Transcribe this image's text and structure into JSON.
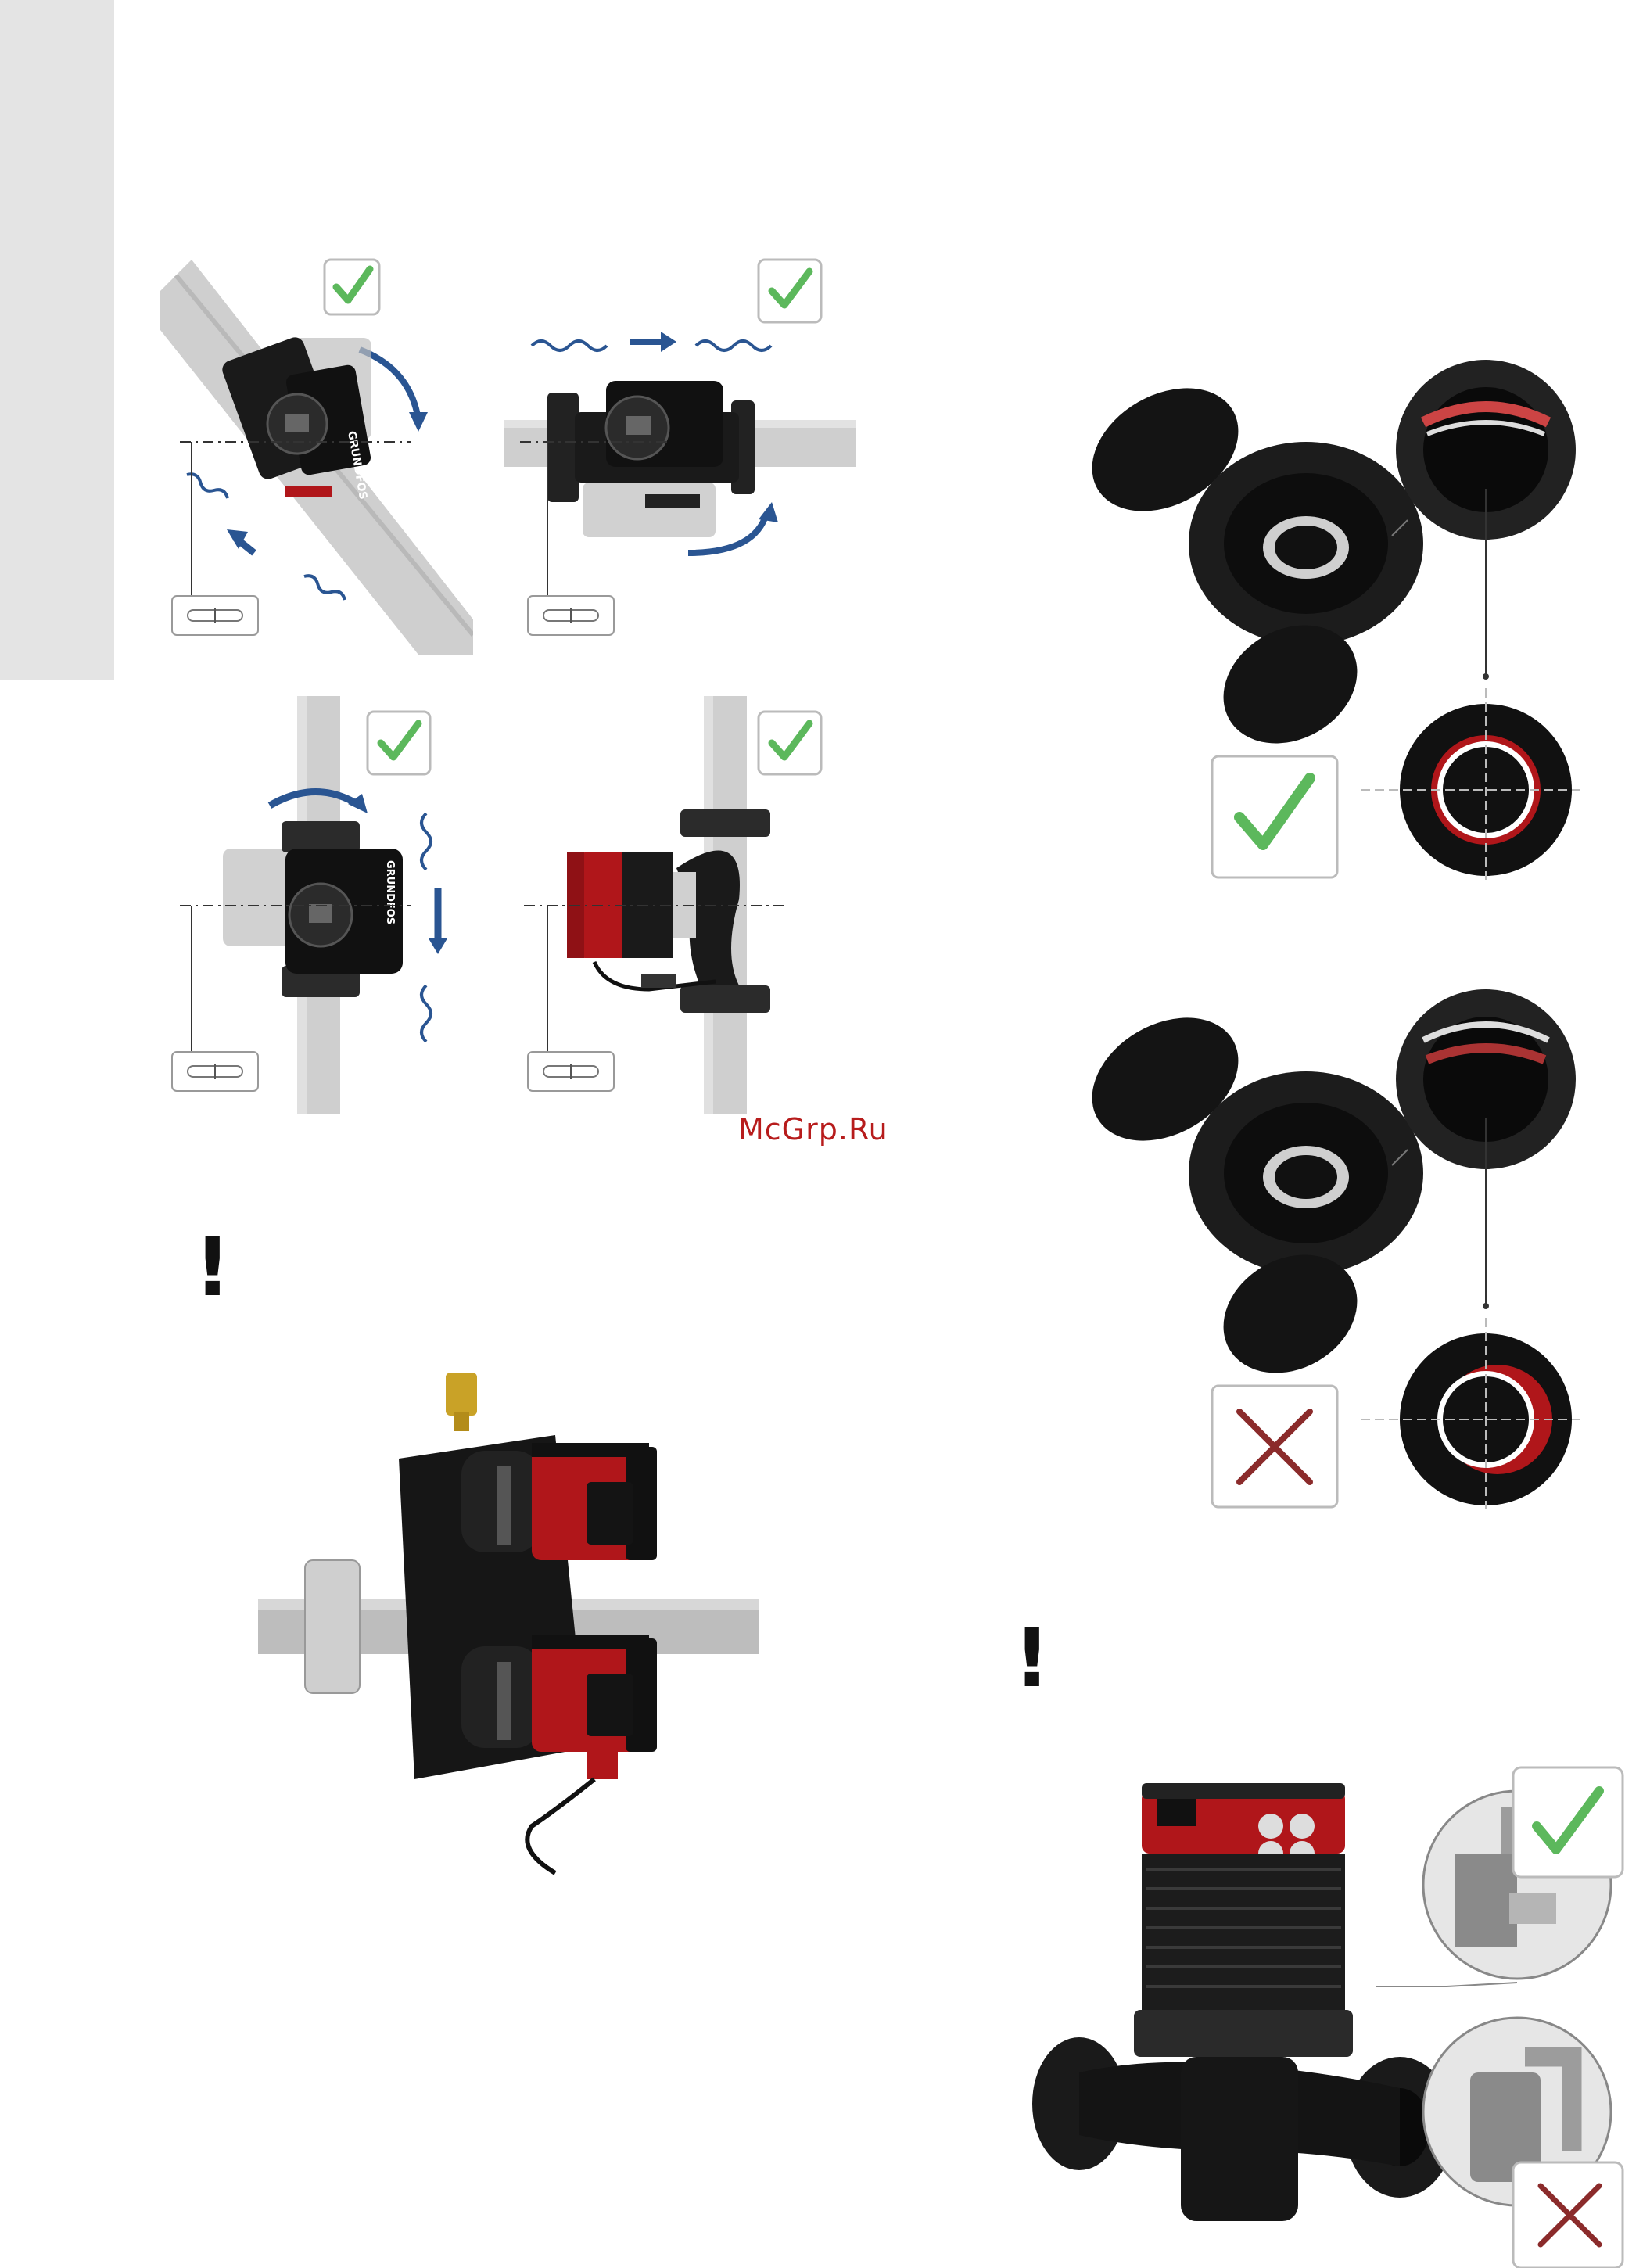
{
  "watermark": {
    "text": "McGrp.Ru",
    "color": "#b71c1c"
  },
  "brand": {
    "name": "GRUNDFOS",
    "logo_mark": "X"
  },
  "warnings": {
    "symbol": "!"
  },
  "colors": {
    "check_green": "#5cb85c",
    "cross_red": "#8b2b2b",
    "pump_red": "#b0161a",
    "arrow_blue": "#2a5592",
    "side_tab": "#e4e4e4"
  },
  "icons": [
    "check-icon",
    "cross-icon",
    "spirit-level-icon",
    "rotate-arrow-icon",
    "flow-wave-icon"
  ]
}
